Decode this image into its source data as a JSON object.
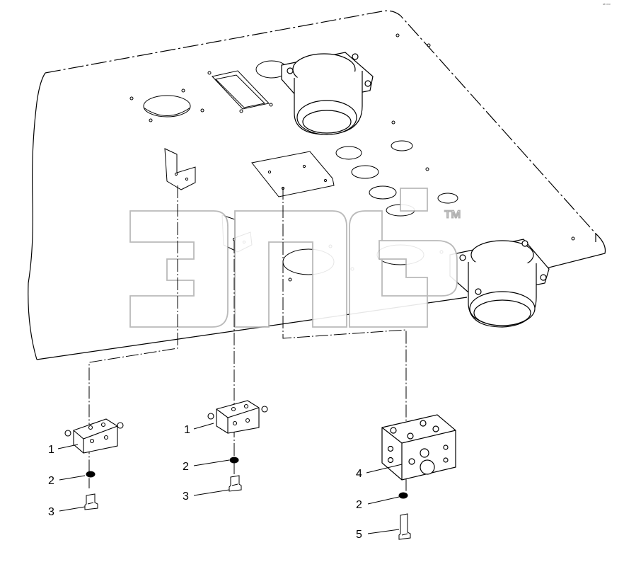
{
  "watermark": {
    "mark": "™"
  },
  "corner_text": "ᵃᵇ ᵒᵒᵒ",
  "callouts": [
    {
      "id": "c1a",
      "label": "1"
    },
    {
      "id": "c2a",
      "label": "2"
    },
    {
      "id": "c3a",
      "label": "3"
    },
    {
      "id": "c1b",
      "label": "1"
    },
    {
      "id": "c2b",
      "label": "2"
    },
    {
      "id": "c3b",
      "label": "3"
    },
    {
      "id": "c4",
      "label": "4"
    },
    {
      "id": "c2c",
      "label": "2"
    },
    {
      "id": "c5",
      "label": "5"
    }
  ],
  "colors": {
    "line": "#000000",
    "watermark_stroke": "#b3b3b3",
    "background": "#ffffff"
  }
}
